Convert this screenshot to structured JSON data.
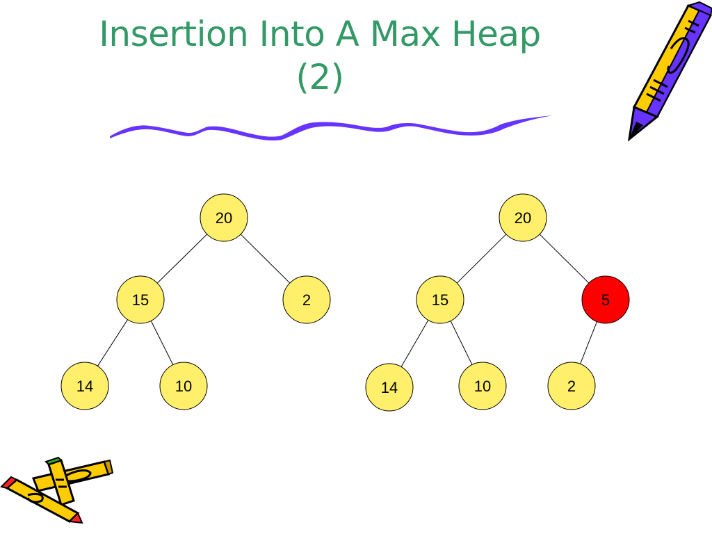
{
  "slide": {
    "title_line1": "Insertion Into A Max Heap",
    "title_line2": "(2)"
  },
  "colors": {
    "title": "#339966",
    "node_fill": "#ffef6b",
    "highlight_fill": "#ff0000",
    "edge": "#000000",
    "underline": "#6633ff",
    "pencil_body": "#ffcc00",
    "pencil_accent": "#6633ff"
  },
  "trees": [
    {
      "nodes": [
        {
          "id": "a20",
          "label": "20",
          "highlight": false
        },
        {
          "id": "a15",
          "label": "15",
          "highlight": false
        },
        {
          "id": "a2",
          "label": "2",
          "highlight": false
        },
        {
          "id": "a14",
          "label": "14",
          "highlight": false
        },
        {
          "id": "a10",
          "label": "10",
          "highlight": false
        }
      ],
      "edges": [
        [
          "a20",
          "a15"
        ],
        [
          "a20",
          "a2"
        ],
        [
          "a15",
          "a14"
        ],
        [
          "a15",
          "a10"
        ]
      ]
    },
    {
      "nodes": [
        {
          "id": "b20",
          "label": "20",
          "highlight": false
        },
        {
          "id": "b15",
          "label": "15",
          "highlight": false
        },
        {
          "id": "b5",
          "label": "5",
          "highlight": true
        },
        {
          "id": "b14",
          "label": "14",
          "highlight": false
        },
        {
          "id": "b10",
          "label": "10",
          "highlight": false
        },
        {
          "id": "b2",
          "label": "2",
          "highlight": false
        }
      ],
      "edges": [
        [
          "b20",
          "b15"
        ],
        [
          "b20",
          "b5"
        ],
        [
          "b15",
          "b14"
        ],
        [
          "b15",
          "b10"
        ],
        [
          "b5",
          "b2"
        ]
      ]
    }
  ],
  "icons": [
    "pencil-icon",
    "crossed-pencils-icon",
    "wavy-underline"
  ]
}
